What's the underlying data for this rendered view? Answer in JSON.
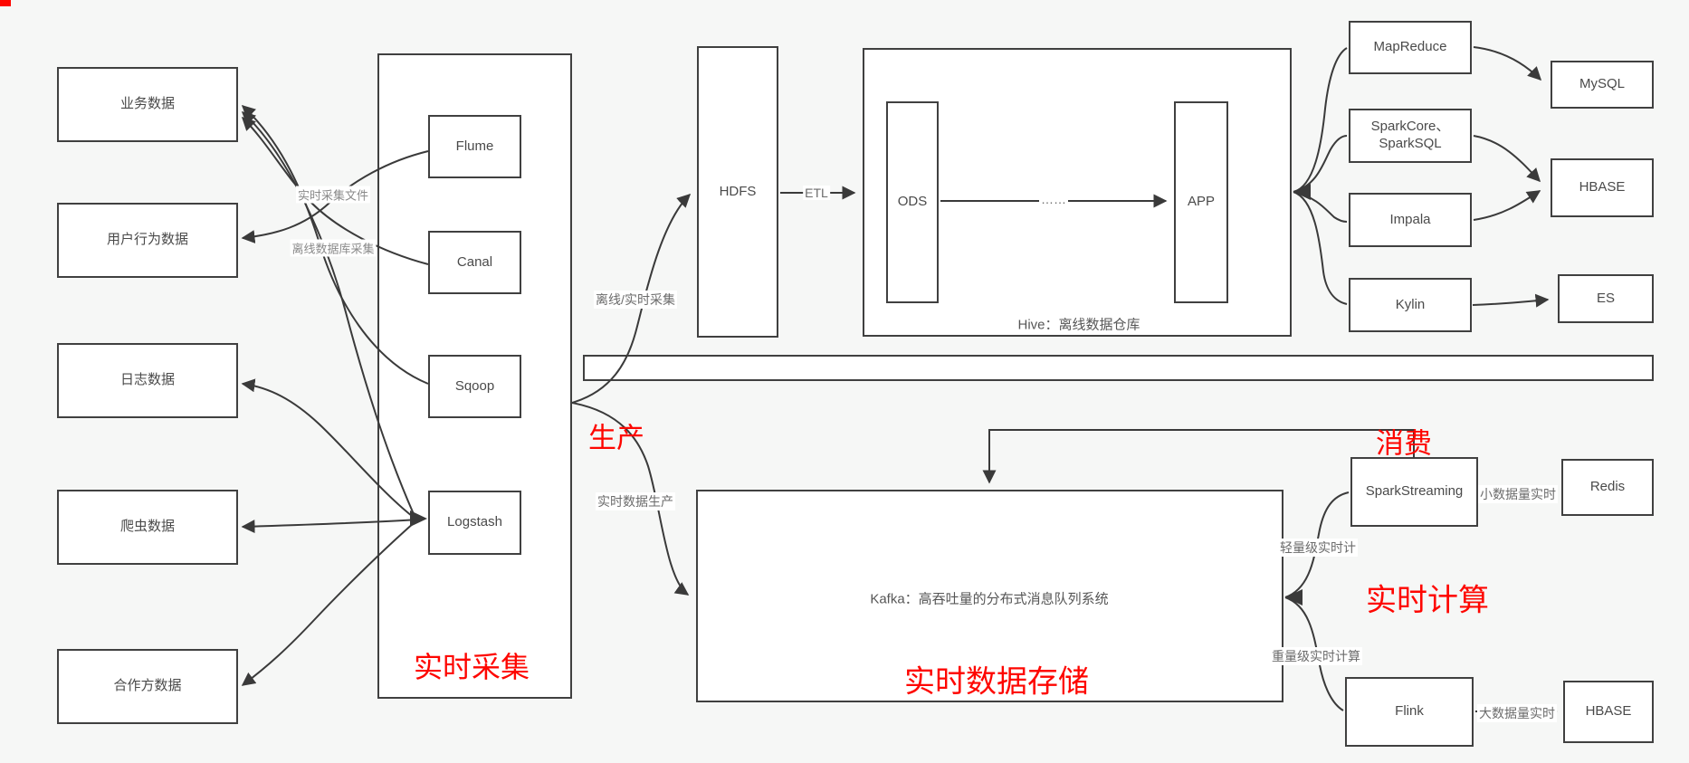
{
  "meta": {
    "background": "#f6f7f6",
    "box_border": "#404040",
    "line_color": "#3a3a3a",
    "accent_red": "#fe0600"
  },
  "sources": [
    "业务数据",
    "用户行为数据",
    "日志数据",
    "爬虫数据",
    "合作方数据"
  ],
  "collectors": {
    "title": "实时采集",
    "flume": "Flume",
    "canal": "Canal",
    "sqoop": "Sqoop",
    "logstash": "Logstash"
  },
  "edge_labels": {
    "realtime_file": "实时采集文件",
    "offline_db": "离线数据库采集",
    "offline_realtime": "离线/实时采集",
    "realtime_produce": "实时数据生产",
    "etl": "ETL",
    "dots": "……",
    "light_rt": "轻量级实时计",
    "heavy_rt": "重量级实时计算",
    "small_rt": "小数据量实时",
    "big_rt": "大数据量实时"
  },
  "offline": {
    "hdfs": "HDFS",
    "hive_caption": "Hive：离线数据仓库",
    "ods": "ODS",
    "app": "APP",
    "engines": [
      "MapReduce",
      "SparkCore、SparkSQL",
      "Impala",
      "Kylin"
    ],
    "mysql": "MySQL",
    "hbase": "HBASE",
    "es": "ES"
  },
  "realtime": {
    "produce": "生产",
    "consume": "消费",
    "kafka_caption": "Kafka：高吞吐量的分布式消息队列系统",
    "storage": "实时数据存储",
    "compute": "实时计算",
    "spark_streaming": "SparkStreaming",
    "flink": "Flink",
    "redis": "Redis",
    "hbase": "HBASE"
  }
}
